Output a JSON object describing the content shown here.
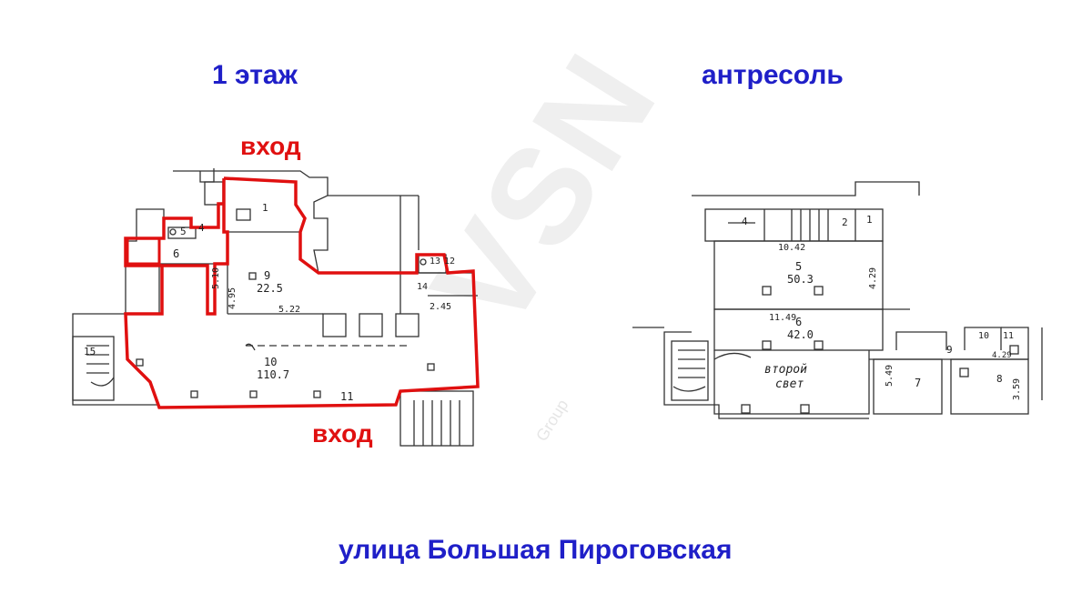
{
  "headings": {
    "floor1": "1 этаж",
    "mezzanine": "антресоль",
    "street": "улица Большая Пироговская"
  },
  "entrances": {
    "top": "вход",
    "bottom": "вход"
  },
  "watermark": {
    "brand": "VSN",
    "sub": "Group"
  },
  "plan1": {
    "rooms": [
      {
        "id": "room-1",
        "number": "1"
      },
      {
        "id": "room-4",
        "number": "4"
      },
      {
        "id": "room-5",
        "number": "5"
      },
      {
        "id": "room-6",
        "number": "6"
      },
      {
        "id": "room-9",
        "number": "9",
        "area": "22.5"
      },
      {
        "id": "room-10",
        "number": "10",
        "area": "110.7"
      },
      {
        "id": "room-11",
        "number": "11"
      },
      {
        "id": "room-12",
        "number": "12"
      },
      {
        "id": "room-13",
        "number": "13"
      },
      {
        "id": "room-14",
        "number": "14"
      },
      {
        "id": "room-15",
        "number": "15"
      }
    ],
    "dimensions": [
      "5.10",
      "4.95",
      "5.22",
      "2.45"
    ]
  },
  "plan2": {
    "rooms": [
      {
        "id": "room-1",
        "number": "1"
      },
      {
        "id": "room-2",
        "number": "2"
      },
      {
        "id": "room-4",
        "number": "4"
      },
      {
        "id": "room-5",
        "number": "5",
        "area": "50.3"
      },
      {
        "id": "room-6",
        "number": "6",
        "area": "42.0"
      },
      {
        "id": "room-7",
        "number": "7"
      },
      {
        "id": "room-8",
        "number": "8"
      },
      {
        "id": "room-9",
        "number": "9"
      },
      {
        "id": "room-10",
        "number": "10"
      },
      {
        "id": "room-11",
        "number": "11"
      }
    ],
    "dimensions": [
      "10.42",
      "4.29",
      "11.49",
      "5.49",
      "3.59",
      "4.29"
    ],
    "second_light": [
      "второй",
      "свет"
    ]
  },
  "colors": {
    "heading": "#1f1fc8",
    "entrance": "#e01010",
    "outline": "#e01010",
    "linework": "#333333"
  }
}
